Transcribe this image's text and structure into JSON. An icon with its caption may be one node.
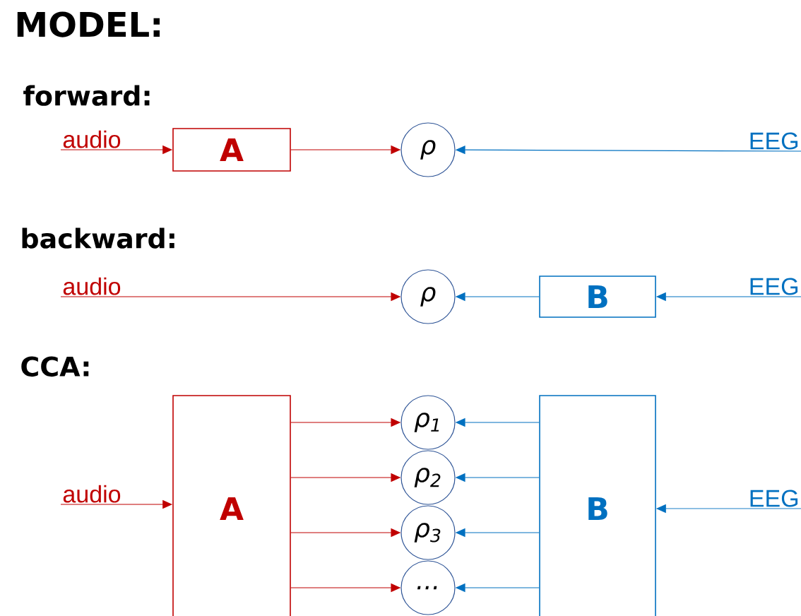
{
  "diagram": {
    "title": "MODEL:",
    "nodes": [
      {
        "text": [
          "audio"
        ]
      },
      {
        "text": [
          "A"
        ]
      },
      {
        "text": [
          "ρ"
        ]
      },
      {
        "text": [
          "EEG"
        ]
      },
      {
        "text": [
          "audio"
        ]
      },
      {
        "text": [
          "ρ"
        ]
      },
      {
        "text": [
          "B"
        ]
      },
      {
        "text": [
          "EEG"
        ]
      },
      {
        "text": [
          "audio"
        ]
      },
      {
        "text": [
          "A"
        ]
      },
      {
        "text": [
          "ρ$_{1}$"
        ]
      },
      {
        "text": [
          "ρ$_{2}$"
        ]
      },
      {
        "text": [
          "ρ$_{3}$"
        ]
      },
      {
        "text": [
          "..."
        ]
      },
      {
        "text": [
          "B"
        ]
      },
      {
        "text": [
          "EEG"
        ]
      }
    ],
    "edges": [
      {
        "from": 0,
        "to": 1,
        "arrow": "to",
        "color": "#c00000"
      },
      {
        "from": 1,
        "to": 2,
        "arrow": "to",
        "color": "#c00000"
      },
      {
        "from": 3,
        "to": 2,
        "arrow": "to",
        "color": "#0070c0"
      },
      {
        "from": 4,
        "to": 5,
        "arrow": "to",
        "color": "#c00000"
      },
      {
        "from": 7,
        "to": 6,
        "arrow": "to",
        "color": "#0070c0"
      },
      {
        "from": 6,
        "to": 5,
        "arrow": "to",
        "color": "#0070c0"
      },
      {
        "from": 8,
        "to": 9,
        "arrow": "to",
        "color": "#c00000"
      },
      {
        "from": 9,
        "to": 10,
        "arrow": "to",
        "color": "#c00000"
      },
      {
        "from": 9,
        "to": 11,
        "arrow": "to",
        "color": "#c00000"
      },
      {
        "from": 9,
        "to": 12,
        "arrow": "to",
        "color": "#c00000"
      },
      {
        "from": 9,
        "to": 13,
        "arrow": "to",
        "color": "#c00000"
      },
      {
        "from": 14,
        "to": 10,
        "arrow": "to",
        "color": "#0070c0"
      },
      {
        "from": 14,
        "to": 11,
        "arrow": "to",
        "color": "#0070c0"
      },
      {
        "from": 14,
        "to": 12,
        "arrow": "to",
        "color": "#0070c0"
      },
      {
        "from": 14,
        "to": 13,
        "arrow": "to",
        "color": "#0070c0"
      },
      {
        "from": 15,
        "to": 14,
        "arrow": "to",
        "color": "#0070c0"
      }
    ],
    "labels": [
      "forward:",
      "backward:",
      "CCA:"
    ]
  }
}
